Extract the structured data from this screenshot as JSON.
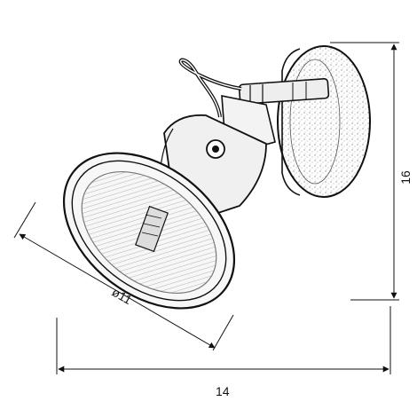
{
  "dimensions": {
    "diameter": "ø11",
    "width": "14",
    "height": "16"
  },
  "colors": {
    "line": "#111111",
    "background": "#ffffff",
    "sketch": "#555555"
  }
}
